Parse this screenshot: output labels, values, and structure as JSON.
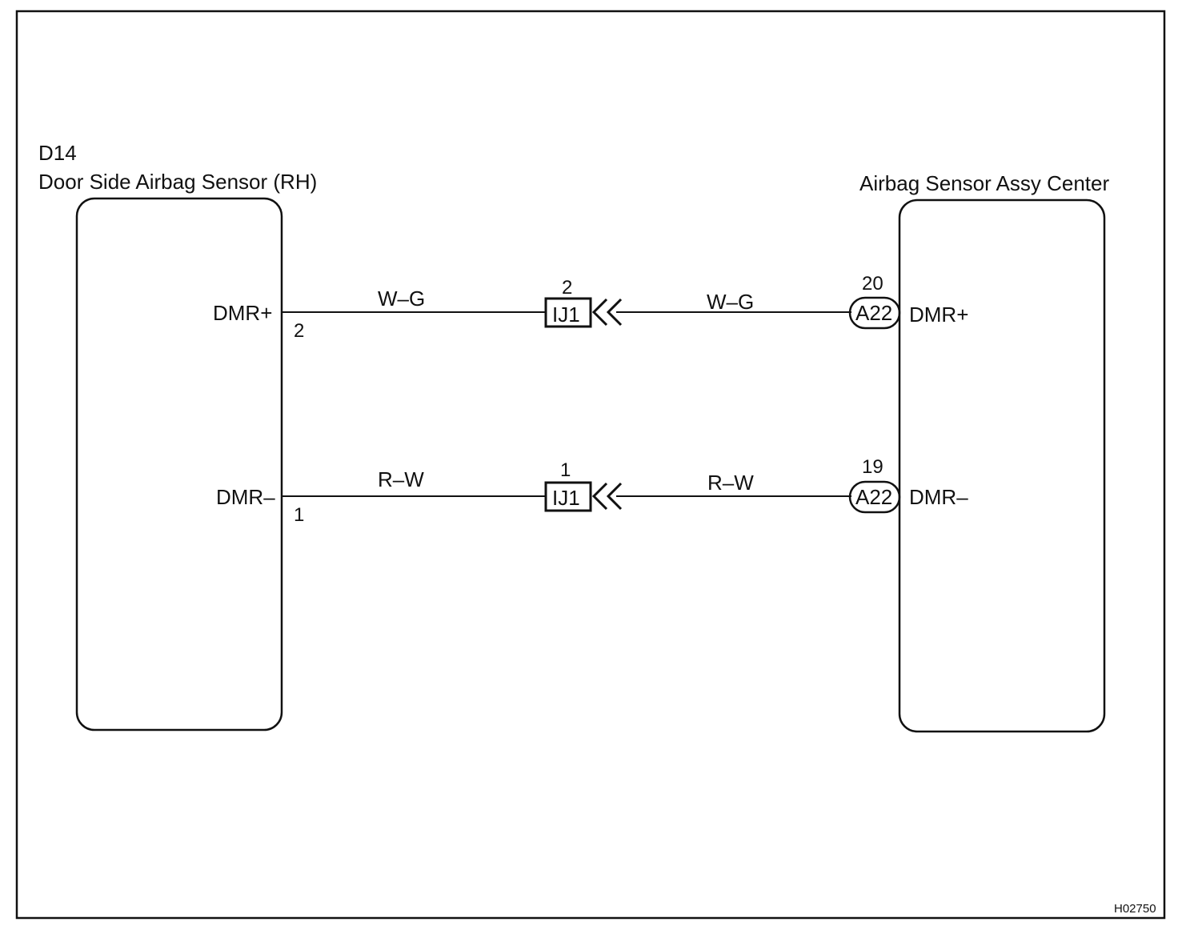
{
  "left_component": {
    "code": "D14",
    "name": "Door Side Airbag Sensor (RH)",
    "pins": [
      {
        "label": "DMR+",
        "pin": "2"
      },
      {
        "label": "DMR–",
        "pin": "1"
      }
    ]
  },
  "right_component": {
    "name": "Airbag Sensor Assy Center",
    "connector": "A22",
    "pins": [
      {
        "label": "DMR+",
        "pin": "20"
      },
      {
        "label": "DMR–",
        "pin": "19"
      }
    ]
  },
  "junction": {
    "name": "IJ1",
    "pins": [
      "2",
      "1"
    ]
  },
  "wires": [
    {
      "left_color": "W–G",
      "right_color": "W–G"
    },
    {
      "left_color": "R–W",
      "right_color": "R–W"
    }
  ],
  "figure_id": "H02750"
}
